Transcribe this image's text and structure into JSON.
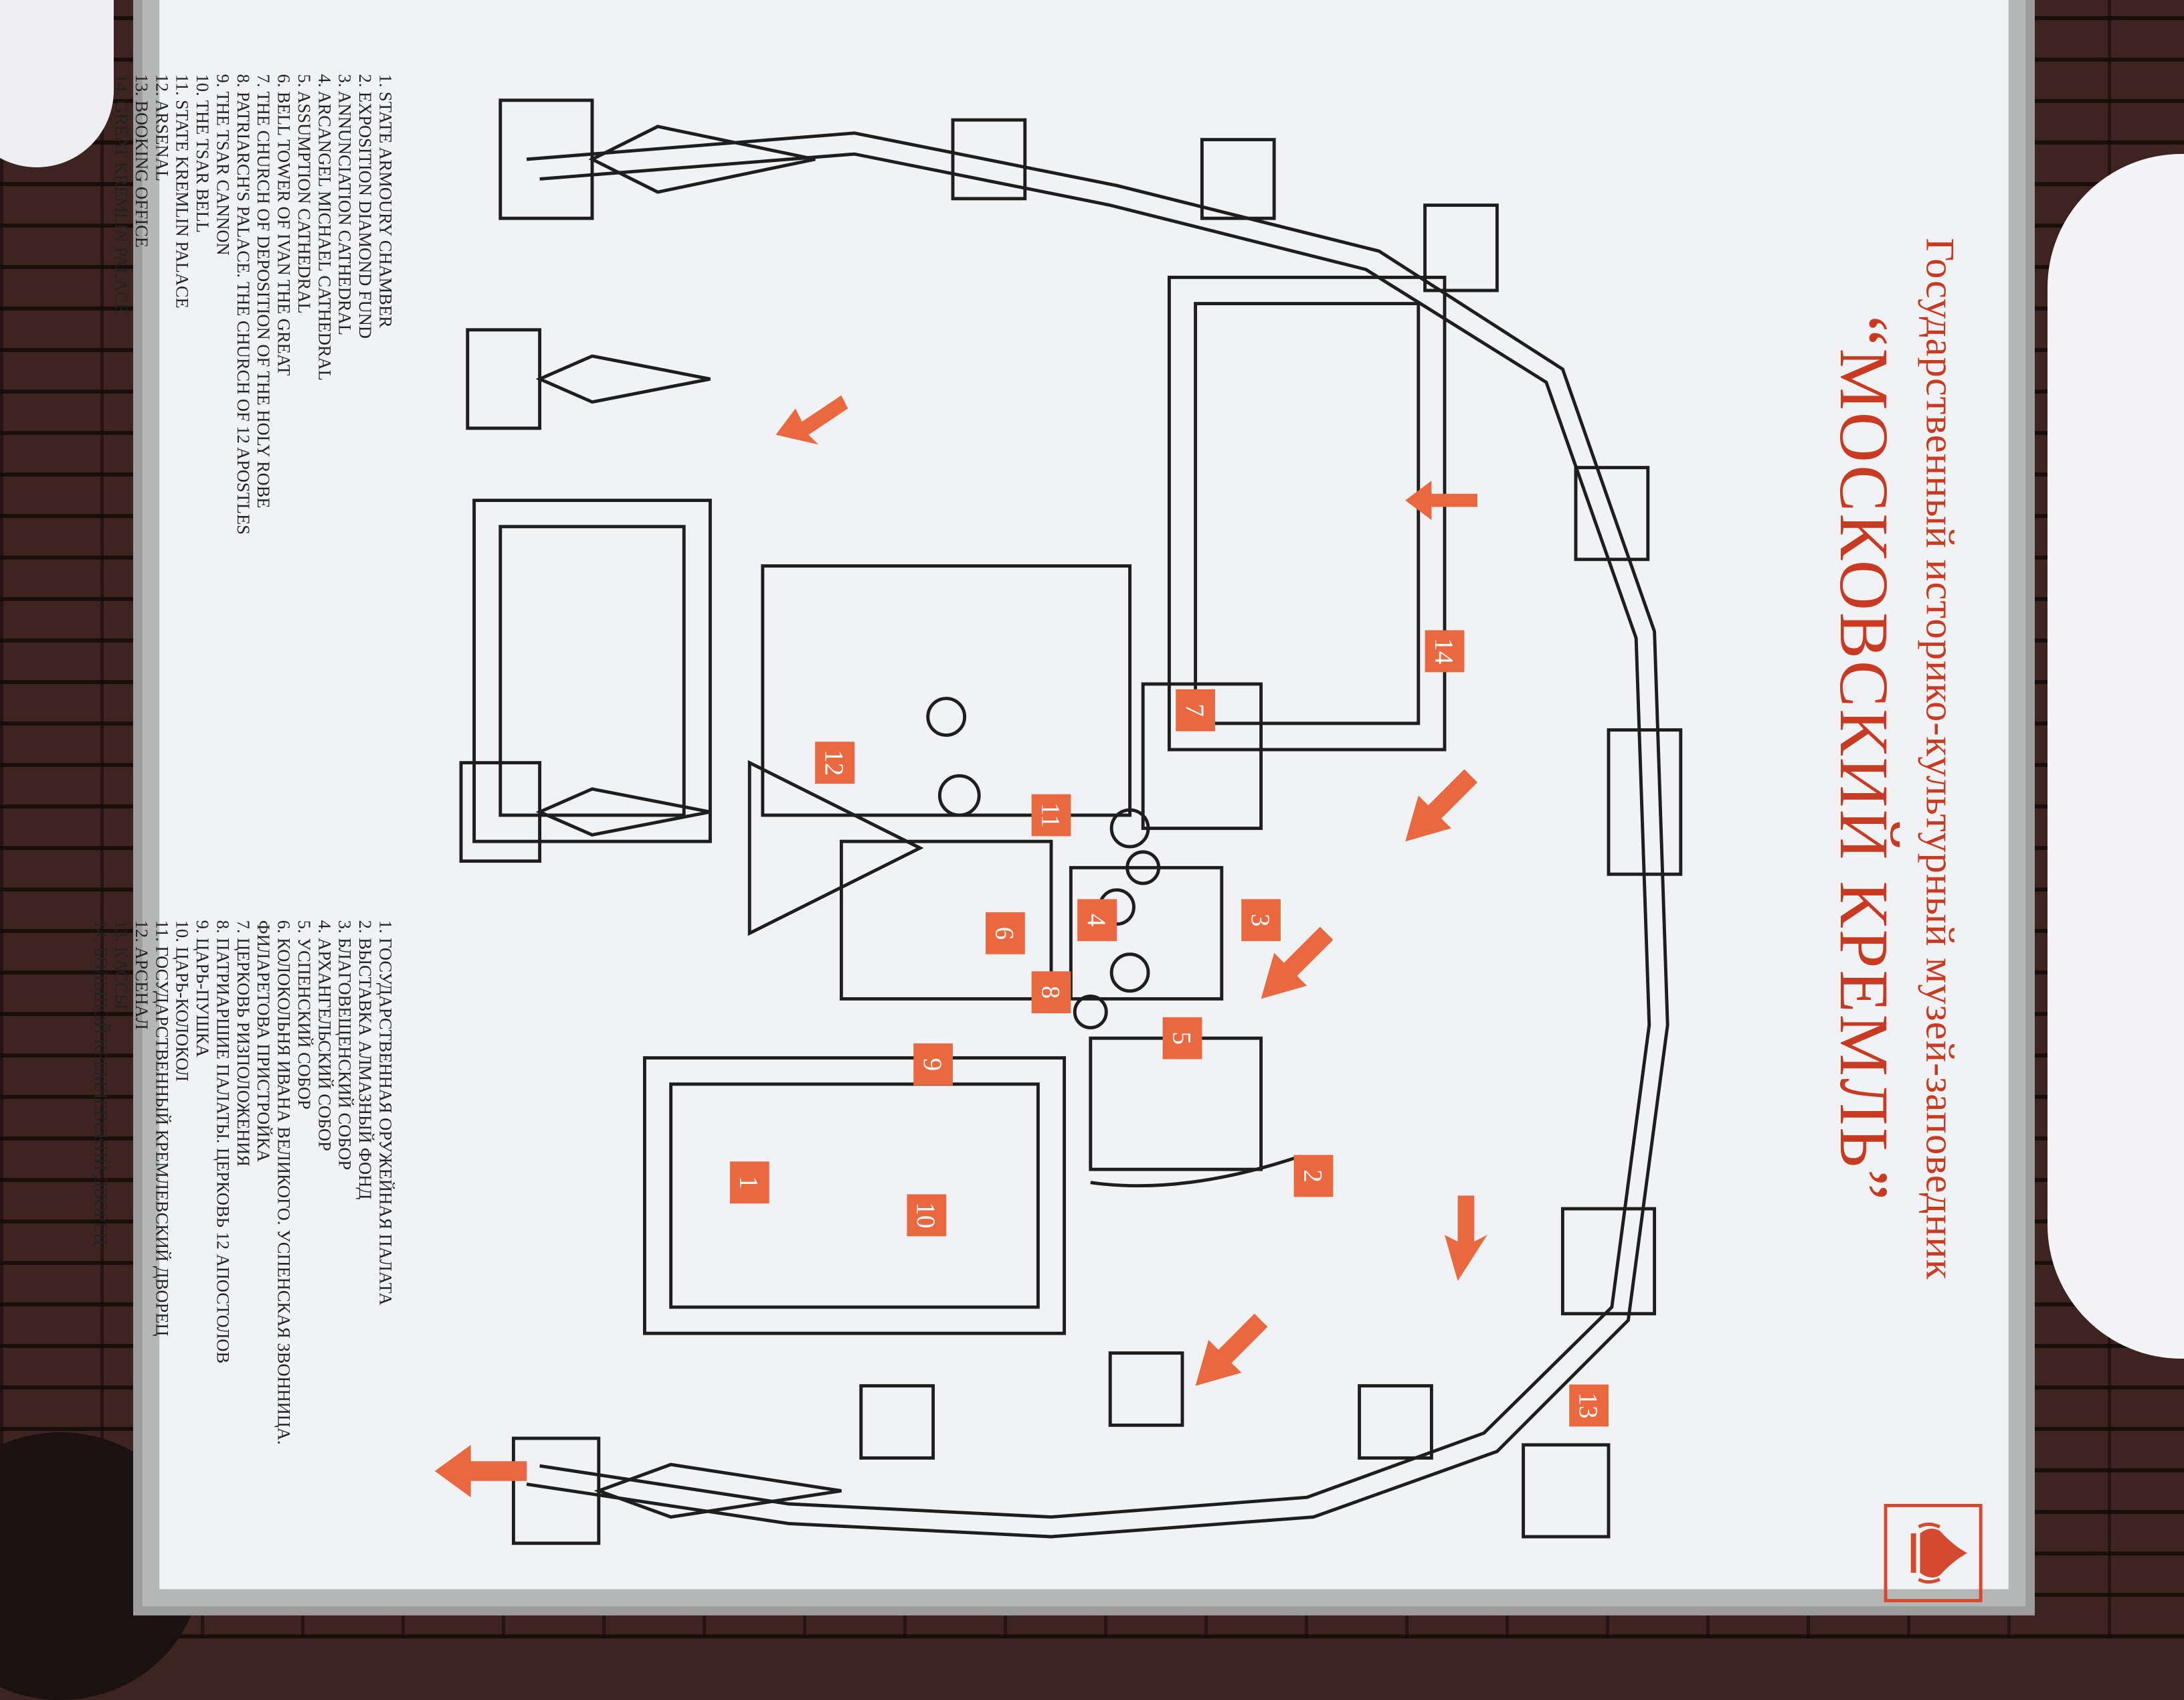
{
  "title": {
    "line1": "Государственный историко-культурный музей-заповедник",
    "line2": "“МОСКОВСКИЙ КРЕМЛЬ”"
  },
  "logo_icon": "kremlin-dome-icon",
  "colors": {
    "accent": "#c83a22",
    "marker": "#e9683f",
    "ink": "#1e1e1e",
    "board": "#f1f2f4"
  },
  "legend_ru": [
    "1. Государственная оружейная палата",
    "2. Выставка алмазный фонд",
    "3. Благовещенский собор",
    "4. Архангельский собор",
    "5. Успенский собор",
    "6. Колокольня Ивана Великого. Успенская звонница.",
    "Филаретова пристройка",
    "7. Церковь Ризположения",
    "8. Патриаршие палаты. Церковь 12 апостолов",
    "9. Царь-пушка",
    "10. Царь-колокол",
    "11. Государственный Кремлевский дворец",
    "12. Арсенал",
    "13. Кассы",
    "14. Большой Кремлевский дворец"
  ],
  "legend_en": [
    "1. State Armoury Chamber",
    "2. Exposition Diamond Fund",
    "3. Annunciation Cathedral",
    "4. Arcangel Michael Cathedral",
    "5. Assumption Cathedral",
    "6. Bell Tower of Ivan the Great",
    "7. The Church of Deposition of the Holy Robe",
    "8. Patriarch's Palace. The Church of 12 Apostles",
    "9. The Tsar Cannon",
    "10. The Tsar Bell",
    "11. State Kremlin Palace",
    "12. Arsenal",
    "13. Booking Office",
    "14. Great Kremlin Palace"
  ],
  "markers": [
    {
      "label": "1"
    },
    {
      "label": "2"
    },
    {
      "label": "3"
    },
    {
      "label": "4"
    },
    {
      "label": "5"
    },
    {
      "label": "6"
    },
    {
      "label": "7"
    },
    {
      "label": "8"
    },
    {
      "label": "9"
    },
    {
      "label": "10"
    },
    {
      "label": "11"
    },
    {
      "label": "12"
    },
    {
      "label": "13"
    },
    {
      "label": "14"
    }
  ]
}
